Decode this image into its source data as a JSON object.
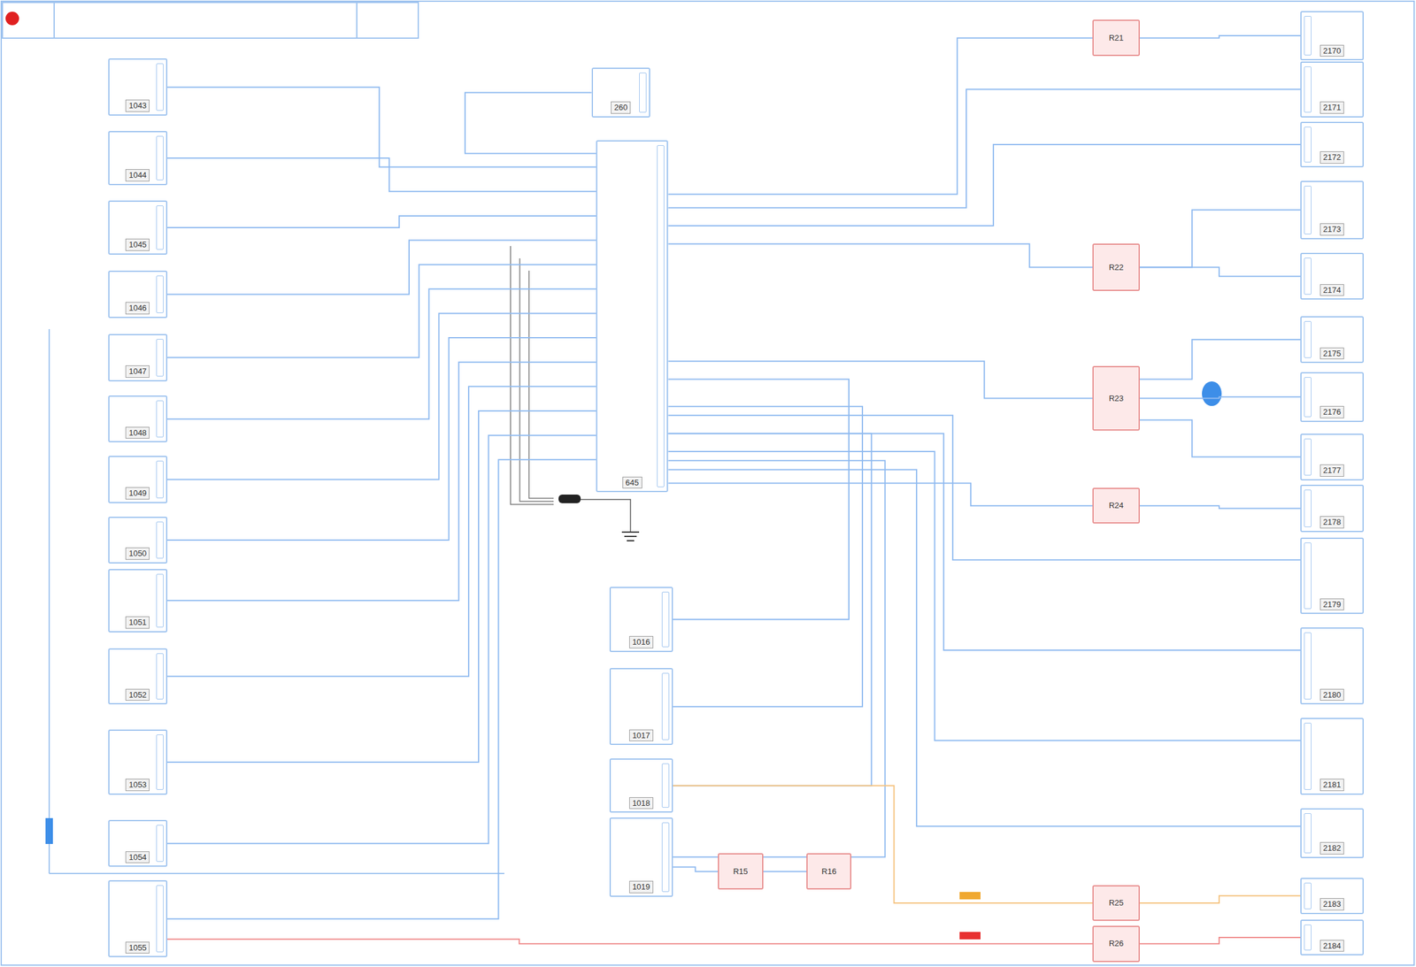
{
  "diagram": {
    "nodes": [
      {
        "text": [
          "1043"
        ]
      },
      {
        "text": [
          "1044"
        ]
      },
      {
        "text": [
          "1045"
        ]
      },
      {
        "text": [
          "1046"
        ]
      },
      {
        "text": [
          "1047"
        ]
      },
      {
        "text": [
          "1048"
        ]
      },
      {
        "text": [
          "1049"
        ]
      },
      {
        "text": [
          "1050"
        ]
      },
      {
        "text": [
          "1051"
        ]
      },
      {
        "text": [
          "1052"
        ]
      },
      {
        "text": [
          "1053"
        ]
      },
      {
        "text": [
          "1054"
        ]
      },
      {
        "text": [
          "1055"
        ]
      },
      {
        "text": [
          "645"
        ]
      },
      {
        "text": [
          "260"
        ]
      },
      {
        "text": [
          "1016"
        ]
      },
      {
        "text": [
          "1017"
        ]
      },
      {
        "text": [
          "1018"
        ]
      },
      {
        "text": [
          "1019"
        ]
      },
      {
        "text": [
          "R15"
        ]
      },
      {
        "text": [
          "R16"
        ]
      },
      {
        "text": [
          "R21"
        ]
      },
      {
        "text": [
          "R22"
        ]
      },
      {
        "text": [
          "R23"
        ]
      },
      {
        "text": [
          "R24"
        ]
      },
      {
        "text": [
          "R25"
        ]
      },
      {
        "text": [
          "R26"
        ]
      },
      {
        "text": [
          "2170"
        ]
      },
      {
        "text": [
          "2171"
        ]
      },
      {
        "text": [
          "2172"
        ]
      },
      {
        "text": [
          "2173"
        ]
      },
      {
        "text": [
          "2174"
        ]
      },
      {
        "text": [
          "2175"
        ]
      },
      {
        "text": [
          "2176"
        ]
      },
      {
        "text": [
          "2177"
        ]
      },
      {
        "text": [
          "2178"
        ]
      },
      {
        "text": [
          "2179"
        ]
      },
      {
        "text": [
          "2180"
        ]
      },
      {
        "text": [
          "2181"
        ]
      },
      {
        "text": [
          "2182"
        ]
      },
      {
        "text": [
          "2183"
        ]
      },
      {
        "text": [
          "2184"
        ]
      }
    ],
    "edges": [
      {
        "from": 0,
        "to": 13,
        "arrow": "none"
      },
      {
        "from": 1,
        "to": 13,
        "arrow": "none"
      },
      {
        "from": 2,
        "to": 13,
        "arrow": "none"
      },
      {
        "from": 3,
        "to": 13,
        "arrow": "none"
      },
      {
        "from": 4,
        "to": 13,
        "arrow": "none"
      },
      {
        "from": 5,
        "to": 13,
        "arrow": "none"
      },
      {
        "from": 6,
        "to": 13,
        "arrow": "none"
      },
      {
        "from": 7,
        "to": 13,
        "arrow": "none"
      },
      {
        "from": 8,
        "to": 13,
        "arrow": "none"
      },
      {
        "from": 9,
        "to": 13,
        "arrow": "none"
      },
      {
        "from": 10,
        "to": 13,
        "arrow": "none"
      },
      {
        "from": 11,
        "to": 13,
        "arrow": "none"
      },
      {
        "from": 12,
        "to": 13,
        "arrow": "none"
      },
      {
        "from": 14,
        "to": 13,
        "arrow": "none"
      },
      {
        "from": 15,
        "to": 13,
        "arrow": "none"
      },
      {
        "from": 16,
        "to": 13,
        "arrow": "none"
      },
      {
        "from": 17,
        "to": 13,
        "arrow": "none"
      },
      {
        "from": 18,
        "to": 13,
        "arrow": "none"
      },
      {
        "from": 18,
        "to": 19,
        "arrow": "none"
      },
      {
        "from": 19,
        "to": 20,
        "arrow": "none"
      },
      {
        "from": 13,
        "to": 21,
        "arrow": "none"
      },
      {
        "from": 13,
        "to": 22,
        "arrow": "none"
      },
      {
        "from": 13,
        "to": 23,
        "arrow": "none"
      },
      {
        "from": 13,
        "to": 24,
        "arrow": "none"
      },
      {
        "from": 21,
        "to": 27,
        "arrow": "none"
      },
      {
        "from": 22,
        "to": 30,
        "arrow": "none"
      },
      {
        "from": 22,
        "to": 31,
        "arrow": "none"
      },
      {
        "from": 23,
        "to": 32,
        "arrow": "none"
      },
      {
        "from": 23,
        "to": 33,
        "arrow": "none"
      },
      {
        "from": 23,
        "to": 34,
        "arrow": "none"
      },
      {
        "from": 24,
        "to": 35,
        "arrow": "none"
      },
      {
        "from": 13,
        "to": 28,
        "arrow": "none"
      },
      {
        "from": 13,
        "to": 29,
        "arrow": "none"
      },
      {
        "from": 13,
        "to": 36,
        "arrow": "none"
      },
      {
        "from": 13,
        "to": 37,
        "arrow": "none"
      },
      {
        "from": 13,
        "to": 38,
        "arrow": "none"
      },
      {
        "from": 13,
        "to": 39,
        "arrow": "none"
      },
      {
        "from": 17,
        "to": 25,
        "arrow": "none"
      },
      {
        "from": 12,
        "to": 26,
        "arrow": "none"
      },
      {
        "from": 25,
        "to": 40,
        "arrow": "none"
      },
      {
        "from": 26,
        "to": 41,
        "arrow": "none"
      }
    ]
  }
}
